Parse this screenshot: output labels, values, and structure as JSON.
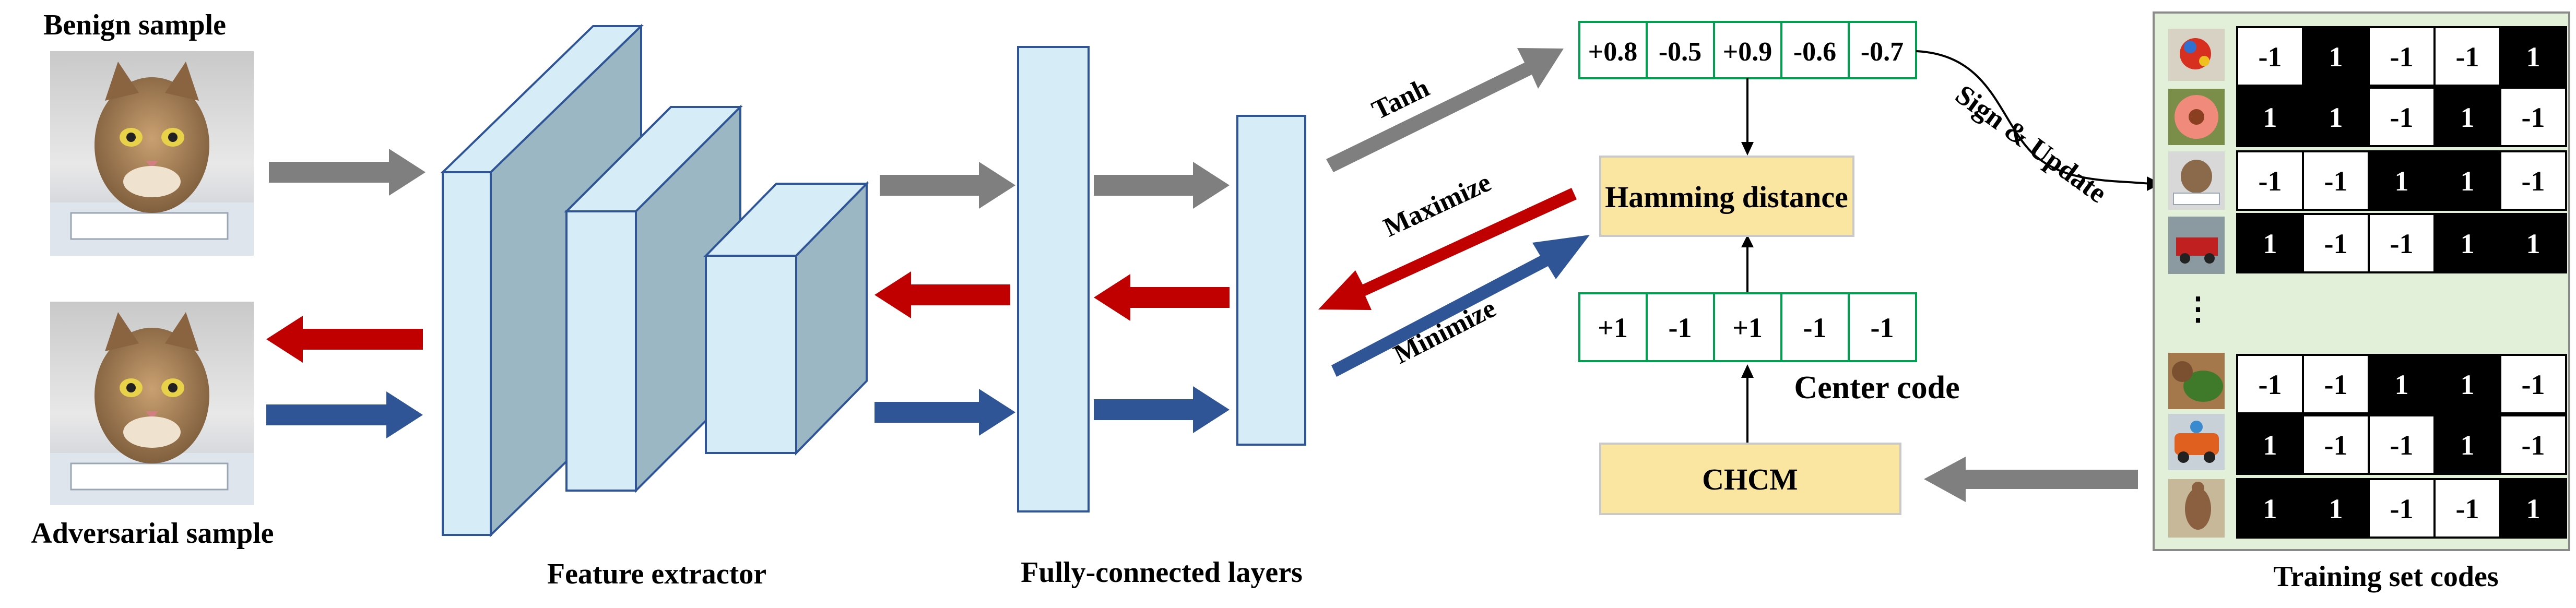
{
  "colors": {
    "gray_arrow": "#7f7f7f",
    "red_arrow": "#c00000",
    "blue_arrow": "#2f5597",
    "box_fill": "#d6ecf7",
    "box_side": "#9cb7c4",
    "box_edge": "#2f5597",
    "code_border": "#00a050",
    "yellow_fill": "#fbe6a1",
    "yellow_edge": "#c9c9c9",
    "panel_fill": "#e2f0d9",
    "panel_edge": "#8a8a8a"
  },
  "labels": {
    "benign": "Benign sample",
    "adversarial": "Adversarial sample",
    "feature_extractor": "Feature extractor",
    "fc_layers": "Fully-connected layers",
    "tanh": "Tanh",
    "maximize": "Maximize",
    "minimize": "Minimize",
    "hamming": "Hamming distance",
    "center_code": "Center code",
    "chcm": "CHCM",
    "sign_update": "Sign & Update",
    "training_codes": "Training set codes",
    "ellipsis": "⋮"
  },
  "continuous_code": [
    "+0.8",
    "-0.5",
    "+0.9",
    "-0.6",
    "-0.7"
  ],
  "center_code": [
    "+1",
    "-1",
    "+1",
    "-1",
    "-1"
  ],
  "training_codes": [
    [
      "-1",
      "1",
      "-1",
      "-1",
      "1"
    ],
    [
      "1",
      "1",
      "-1",
      "1",
      "-1"
    ],
    [
      "-1",
      "-1",
      "1",
      "1",
      "-1"
    ],
    [
      "1",
      "-1",
      "-1",
      "1",
      "1"
    ],
    [
      "-1",
      "-1",
      "1",
      "1",
      "-1"
    ],
    [
      "1",
      "-1",
      "-1",
      "1",
      "-1"
    ],
    [
      "1",
      "1",
      "-1",
      "-1",
      "1"
    ]
  ],
  "training_thumbnails": [
    "bird-toy-thumbnail",
    "flower-thumbnail",
    "cat-thumbnail",
    "car-thumbnail",
    "squirrel-thumbnail",
    "car-toy-thumbnail",
    "animal-thumbnail"
  ]
}
